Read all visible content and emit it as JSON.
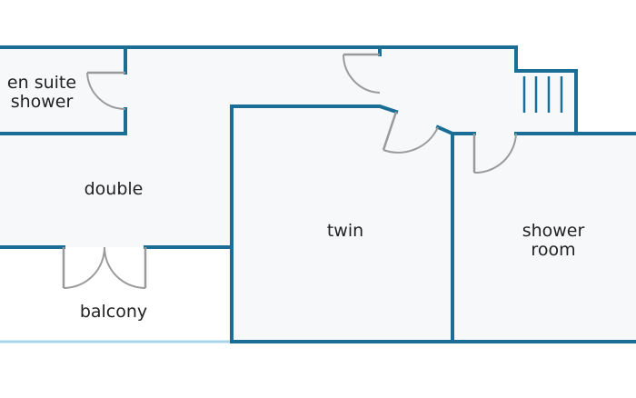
{
  "colors": {
    "wall": "#1a6e96",
    "wall_light": "#a8d4ea",
    "room_fill": "#f7f8f9",
    "door": "#9a9a9a",
    "label": "#222222"
  },
  "rooms": {
    "en_suite": {
      "line1": "en suite",
      "line2": "shower"
    },
    "double": {
      "label": "double"
    },
    "twin": {
      "label": "twin"
    },
    "shower_room": {
      "line1": "shower",
      "line2": "room"
    },
    "balcony": {
      "label": "balcony"
    }
  }
}
